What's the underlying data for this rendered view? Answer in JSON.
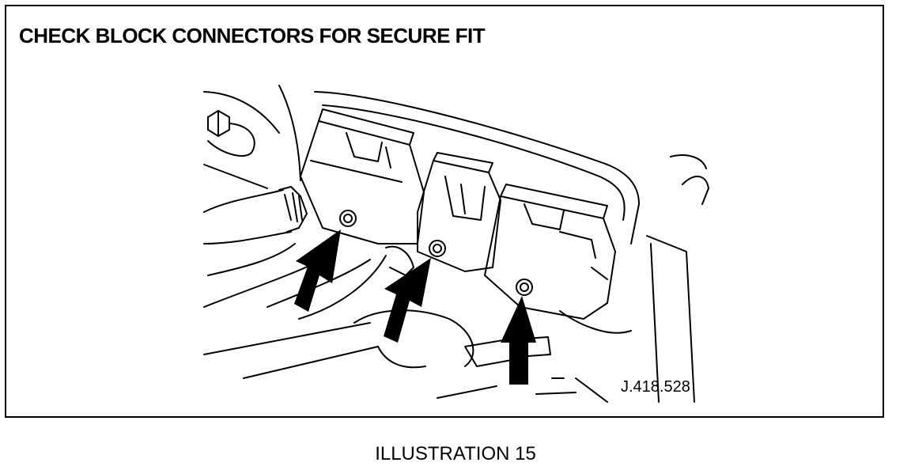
{
  "figure": {
    "heading": "CHECK BLOCK CONNECTORS FOR SECURE FIT",
    "reference_code": "J.418.528",
    "caption": "ILLUSTRATION 15"
  },
  "icons": {
    "arrows": "arrow-up-right-icon",
    "drawing": "connector-block-line-drawing"
  }
}
